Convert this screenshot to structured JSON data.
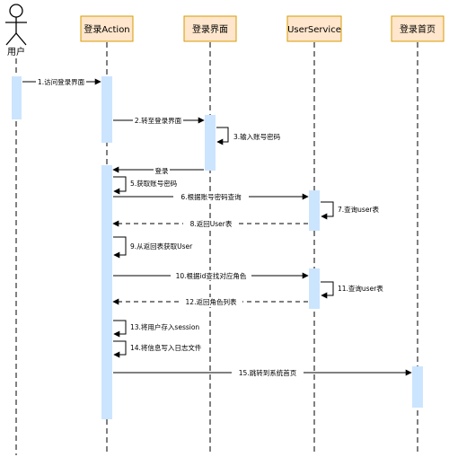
{
  "actor": {
    "label": "用户"
  },
  "participants": [
    {
      "id": "action",
      "label": "登录Action"
    },
    {
      "id": "ui",
      "label": "登录界面"
    },
    {
      "id": "service",
      "label": "UserService"
    },
    {
      "id": "home",
      "label": "登录首页"
    }
  ],
  "messages": [
    {
      "label": "1.访问登录界面",
      "from": "user",
      "to": "action",
      "kind": "call"
    },
    {
      "label": "2.转至登录界面",
      "from": "action",
      "to": "ui",
      "kind": "call"
    },
    {
      "label": "3.输入账号密码",
      "from": "ui",
      "to": "ui",
      "kind": "self"
    },
    {
      "label": "登录",
      "from": "ui",
      "to": "action",
      "kind": "call"
    },
    {
      "label": "5.获取账号密码",
      "from": "action",
      "to": "action",
      "kind": "self"
    },
    {
      "label": "6.根据账号密码查询",
      "from": "action",
      "to": "service",
      "kind": "call"
    },
    {
      "label": "7.查询user表",
      "from": "service",
      "to": "service",
      "kind": "self"
    },
    {
      "label": "8.返回User表",
      "from": "service",
      "to": "action",
      "kind": "return"
    },
    {
      "label": "9.从返回表获取User",
      "from": "action",
      "to": "action",
      "kind": "self"
    },
    {
      "label": "10.根据id查找对应角色",
      "from": "action",
      "to": "service",
      "kind": "call"
    },
    {
      "label": "11.查询user表",
      "from": "service",
      "to": "service",
      "kind": "self"
    },
    {
      "label": "12.返回角色列表",
      "from": "service",
      "to": "action",
      "kind": "return"
    },
    {
      "label": "13.将用户存入session",
      "from": "action",
      "to": "action",
      "kind": "self"
    },
    {
      "label": "14.将信息写入日志文件",
      "from": "action",
      "to": "action",
      "kind": "self"
    },
    {
      "label": "15.跳转到系统首页",
      "from": "action",
      "to": "home",
      "kind": "call"
    }
  ],
  "colors": {
    "box_fill": "#ffe6cc",
    "box_stroke": "#d79b00",
    "activation": "#cce5ff",
    "line": "#000000"
  }
}
